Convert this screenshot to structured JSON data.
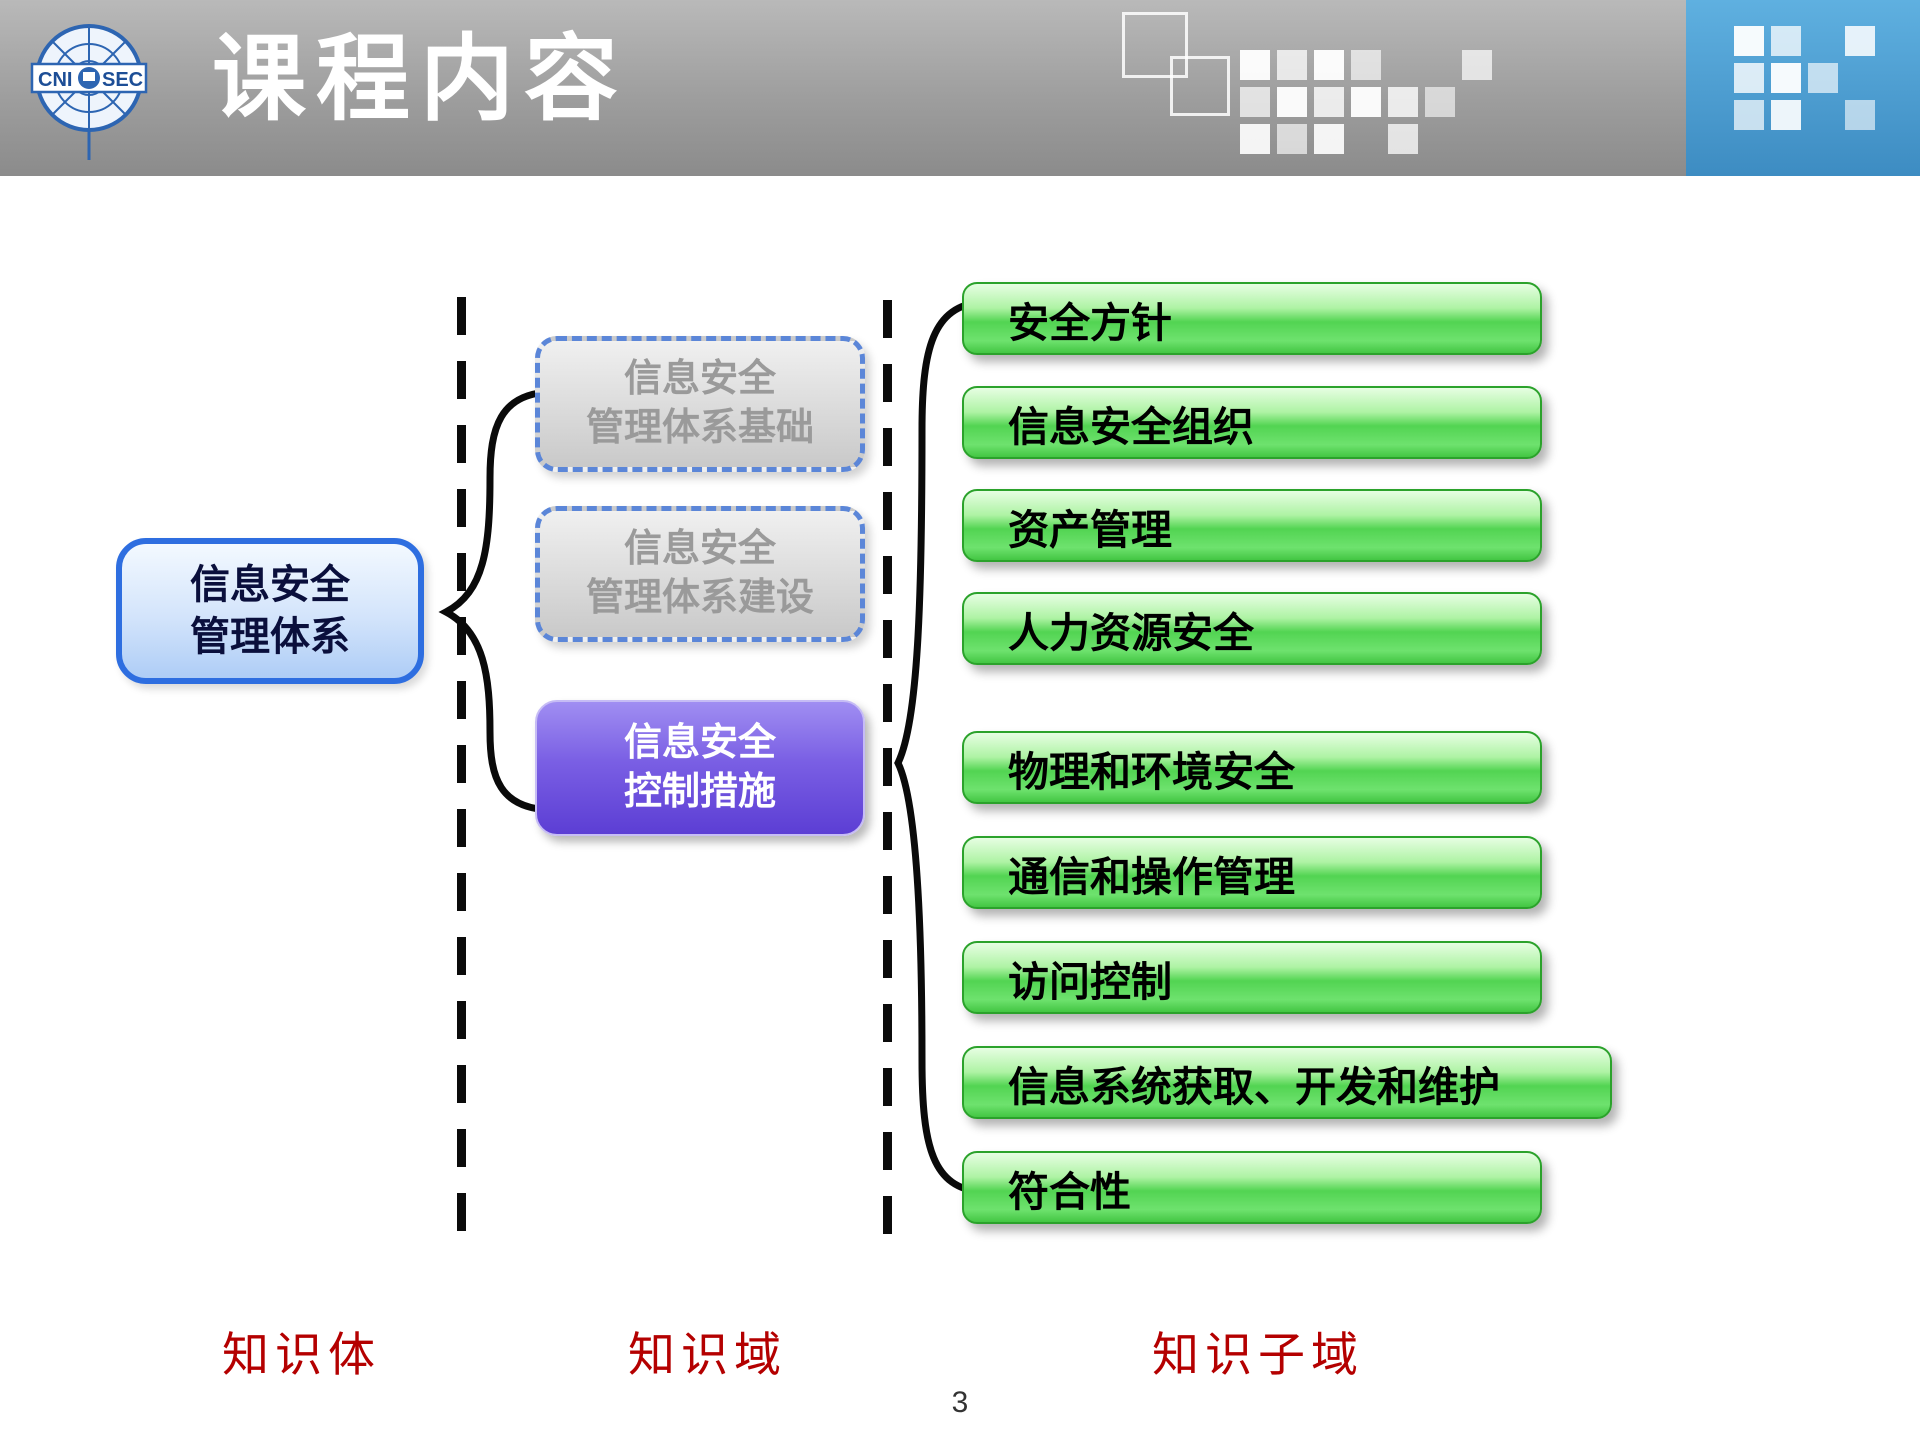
{
  "slide": {
    "title": "课程内容",
    "page_number": "3"
  },
  "logo": {
    "left": "CNI",
    "right": "SEC"
  },
  "diagram": {
    "body": {
      "line1": "信息安全",
      "line2": "管理体系"
    },
    "domains": [
      {
        "line1": "信息安全",
        "line2": "管理体系基础"
      },
      {
        "line1": "信息安全",
        "line2": "管理体系建设"
      },
      {
        "line1": "信息安全",
        "line2": "控制措施"
      }
    ],
    "subdomains": [
      {
        "label": "安全方针"
      },
      {
        "label": "信息安全组织"
      },
      {
        "label": "资产管理"
      },
      {
        "label": "人力资源安全"
      },
      {
        "label": "物理和环境安全"
      },
      {
        "label": "通信和操作管理"
      },
      {
        "label": "访问控制"
      },
      {
        "label": "信息系统获取、开发和维护"
      },
      {
        "label": "符合性"
      }
    ]
  },
  "legend": {
    "body": "知识体",
    "domain": "知识域",
    "subdomain": "知识子域"
  },
  "colors": {
    "accent_blue": "#4a9fd6",
    "green_box": "#52d452",
    "purple_box": "#6a4ad8",
    "body_border_blue": "#2e6ee0",
    "legend_red": "#b40000"
  }
}
